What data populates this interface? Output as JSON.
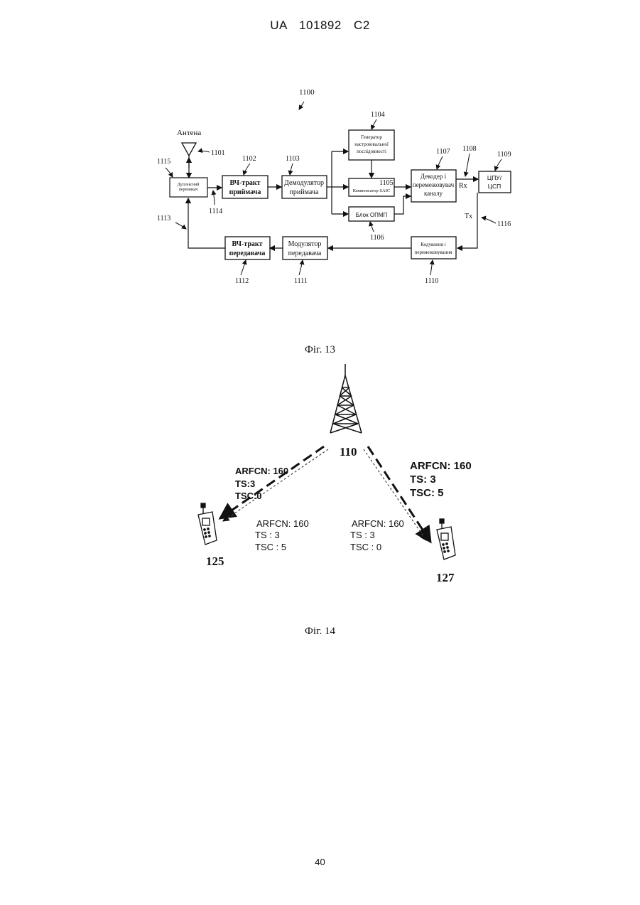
{
  "header": {
    "text": "UA   101892   C2"
  },
  "page_number": "40",
  "fig13": {
    "caption": "Фіг. 13",
    "ref_main": "1100",
    "antenna_label": "Антена",
    "refs": {
      "antenna": "1101",
      "rx_rf": "1102",
      "demod": "1103",
      "gen": "1104",
      "saic": "1105",
      "opmp": "1106",
      "decoder": "1107",
      "rx_line": "1108",
      "cpu": "1109",
      "coder": "1110",
      "mod": "1111",
      "tx_rf": "1112",
      "duplex_fb": "1113",
      "duplex_out": "1114",
      "duplex": "1115",
      "tx_line": "1116"
    },
    "blocks": {
      "duplex": [
        "Дуплексний",
        "перемикач"
      ],
      "rx_rf": [
        "ВЧ-тракт",
        "приймача"
      ],
      "demod": [
        "Демодулятор",
        "приймача"
      ],
      "gen": [
        "Генератор",
        "настроювальної",
        "послідовності"
      ],
      "saic": "Компенсатор SAIC",
      "opmp": "Блок ОПМП",
      "decoder": [
        "Декодер і",
        "перемежовувач",
        "каналу"
      ],
      "cpu": [
        "ЦПУ/",
        "ЦСП"
      ],
      "coder": [
        "Кодування і",
        "перемежовування"
      ],
      "mod": [
        "Модулятор",
        "передавача"
      ],
      "tx_rf": [
        "ВЧ-тракт",
        "передавача"
      ]
    },
    "rx": "Rx",
    "tx": "Tx"
  },
  "fig14": {
    "caption": "Фіг. 14",
    "tower_ref": "110",
    "left_phone_ref": "125",
    "right_phone_ref": "127",
    "left_link": {
      "arfcn": "ARFCN: 160",
      "ts": "TS:3",
      "tsc": "TSC:0"
    },
    "right_link": {
      "arfcn": "ARFCN: 160",
      "ts": "TS: 3",
      "tsc": "TSC: 5"
    },
    "left_interf": {
      "arfcn": "ARFCN: 160",
      "ts": "TS : 3",
      "tsc": "TSC : 5"
    },
    "right_interf": {
      "arfcn": "ARFCN: 160",
      "ts": "TS : 3",
      "tsc": "TSC : 0"
    }
  }
}
